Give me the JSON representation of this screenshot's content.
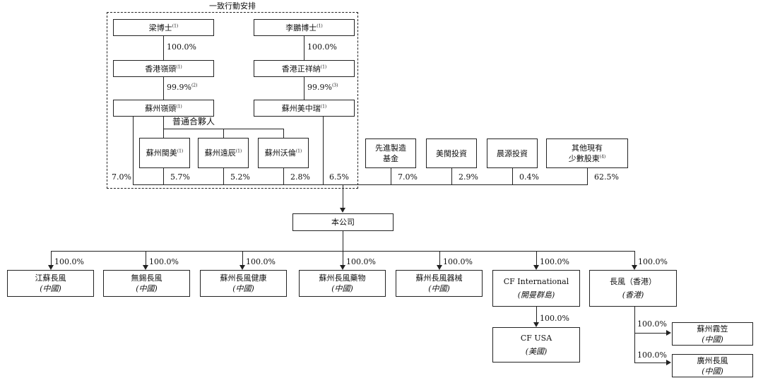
{
  "title": "一致行動安排",
  "gp_label": "普通合夥人",
  "boxes": {
    "liang": {
      "name": "梁博士",
      "note": "(1)"
    },
    "li": {
      "name": "李鵬博士",
      "note": "(1)"
    },
    "hk_lingtou": {
      "name": "香港嶺頭",
      "note": "(1)"
    },
    "hk_zhengxiangna": {
      "name": "香港正祥納",
      "note": "(1)"
    },
    "sz_lingtou": {
      "name": "蘇州嶺頭",
      "note": "(1)"
    },
    "sz_meizhongrui": {
      "name": "蘇州美中瑞",
      "note": "(1)"
    },
    "sz_minmei": {
      "name": "蘇州閩美",
      "note": "(1)"
    },
    "sz_daochen": {
      "name": "蘇州遠辰",
      "note": "(1)"
    },
    "sz_wolun": {
      "name": "蘇州沃倫",
      "note": "(1)"
    },
    "xianjin": {
      "line1": "先進製造",
      "line2": "基金"
    },
    "meimin": {
      "name": "美閩投資"
    },
    "chenyuan": {
      "name": "晨源投資"
    },
    "others": {
      "line1": "其他現有",
      "line2": "少數股東",
      "note": "(4)"
    },
    "company": {
      "name": "本公司"
    },
    "js_changfeng": {
      "name": "江蘇長風",
      "sub": "(中國)"
    },
    "wx_changfeng": {
      "name": "無錫長風",
      "sub": "(中國)"
    },
    "sz_cf_health": {
      "name": "蘇州長風健康",
      "sub": "(中國)"
    },
    "sz_cf_pharma": {
      "name": "蘇州長風藥物",
      "sub": "(中國)"
    },
    "sz_cf_device": {
      "name": "蘇州長風器械",
      "sub": "(中國)"
    },
    "cf_intl": {
      "name": "CF International",
      "sub": "(開曼群島)"
    },
    "cf_hk": {
      "name": "長風（香港）",
      "sub": "(香港)"
    },
    "cf_usa": {
      "name": "CF USA",
      "sub": "(美國)"
    },
    "sz_wuli": {
      "name": "蘇州霧笠",
      "sub": "(中國)"
    },
    "gz_changfeng": {
      "name": "廣州長風",
      "sub": "(中國)"
    }
  },
  "percentages": {
    "liang_to_hk": "100.0%",
    "li_to_hk": "100.0%",
    "hk_lingtou_to_sz": "99.9%",
    "hk_lingtou_note": "(2)",
    "hk_zxn_to_sz": "99.9%",
    "hk_zxn_note": "(3)",
    "sz_lingtou_direct": "7.0%",
    "minmei": "5.7%",
    "daochen": "5.2%",
    "wolun": "2.8%",
    "meizhongrui": "6.5%",
    "xianjin": "7.0%",
    "meimin": "2.9%",
    "chenyuan": "0.4%",
    "others": "62.5%",
    "js": "100.0%",
    "wx": "100.0%",
    "health": "100.0%",
    "pharma": "100.0%",
    "device": "100.0%",
    "cf_intl": "100.0%",
    "cf_hk": "100.0%",
    "cf_usa": "100.0%",
    "wuli": "100.0%",
    "gz": "100.0%"
  }
}
